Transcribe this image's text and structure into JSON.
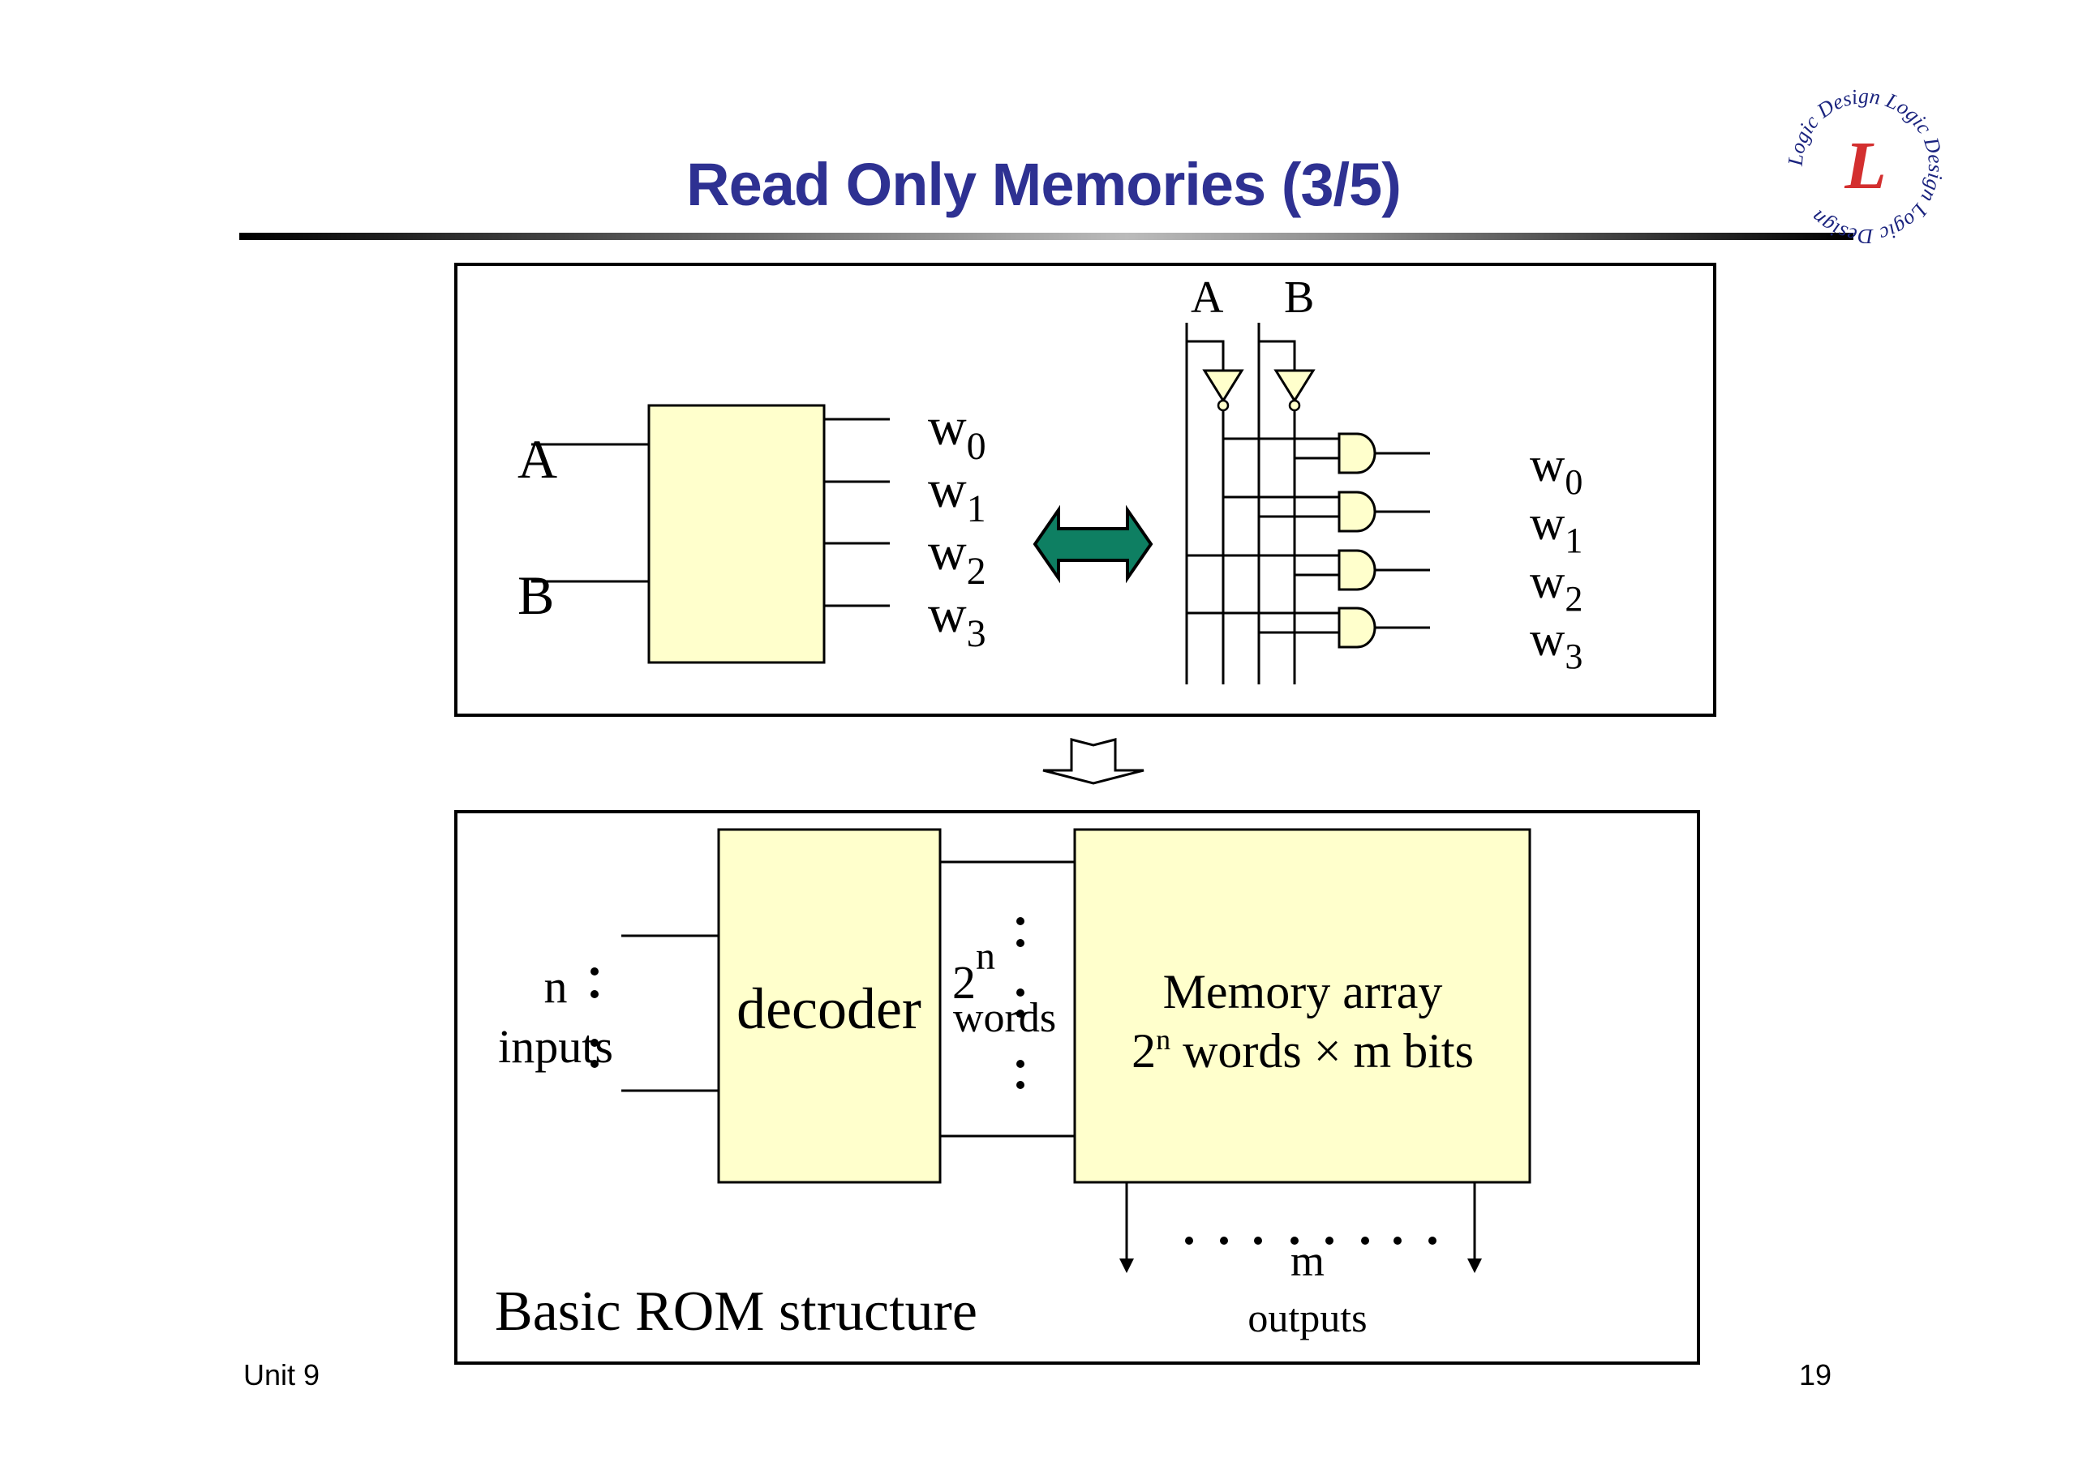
{
  "slide": {
    "title": "Read Only Memories (3/5)",
    "footer_left": "Unit 9",
    "page_number": "19",
    "logo": {
      "text_ring": "Logic Design",
      "letter": "L",
      "ring_color": "#1a237e",
      "letter_color": "#d32f2f"
    }
  },
  "colors": {
    "title": "#2e3192",
    "block_fill": "#ffffcc",
    "double_arrow_fill": "#0e7f62",
    "line": "#000000"
  },
  "top_panel": {
    "decoder_block": {
      "inputs": [
        "A",
        "B"
      ],
      "outputs": [
        {
          "base": "w",
          "sub": "0"
        },
        {
          "base": "w",
          "sub": "1"
        },
        {
          "base": "w",
          "sub": "2"
        },
        {
          "base": "w",
          "sub": "3"
        }
      ]
    },
    "equivalence_icon": "double-arrow-icon",
    "gate_circuit": {
      "inputs": [
        "A",
        "B"
      ],
      "inverters": [
        "A'",
        "B'"
      ],
      "and_gates": [
        {
          "output": {
            "base": "w",
            "sub": "0"
          },
          "inputs": [
            "A'",
            "B'"
          ]
        },
        {
          "output": {
            "base": "w",
            "sub": "1"
          },
          "inputs": [
            "A'",
            "B"
          ]
        },
        {
          "output": {
            "base": "w",
            "sub": "2"
          },
          "inputs": [
            "A",
            "B'"
          ]
        },
        {
          "output": {
            "base": "w",
            "sub": "3"
          },
          "inputs": [
            "A",
            "B"
          ]
        }
      ]
    }
  },
  "transition_icon": "down-arrow-icon",
  "bottom_panel": {
    "inputs_label_line1": "n",
    "inputs_label_line2": "inputs",
    "decoder_label": "decoder",
    "words_base": "2",
    "words_exp": "n",
    "words_label": "words",
    "memory_line1": "Memory array",
    "memory_line2_base": "2",
    "memory_line2_exp": "n",
    "memory_line2_rest": " words × m bits",
    "outputs_label_line1": "m",
    "outputs_label_line2": "outputs",
    "caption": "Basic ROM structure"
  }
}
